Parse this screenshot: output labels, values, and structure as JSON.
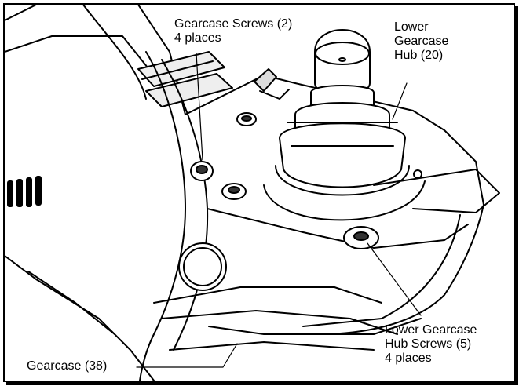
{
  "callouts": {
    "gearcase_screws": {
      "line1": "Gearcase Screws (2)",
      "line2": "4 places"
    },
    "lower_gearcase_hub": {
      "line1": "Lower",
      "line2": "Gearcase",
      "line3": "Hub (20)"
    },
    "lower_gearcase_hub_screws": {
      "line1": "Lower Gearcase",
      "line2": "Hub Screws (5)",
      "line3": "4 places"
    },
    "gearcase": {
      "line1": "Gearcase (38)"
    }
  },
  "colors": {
    "line": "#000000",
    "background": "#ffffff",
    "shade": "#d9d9d9"
  }
}
